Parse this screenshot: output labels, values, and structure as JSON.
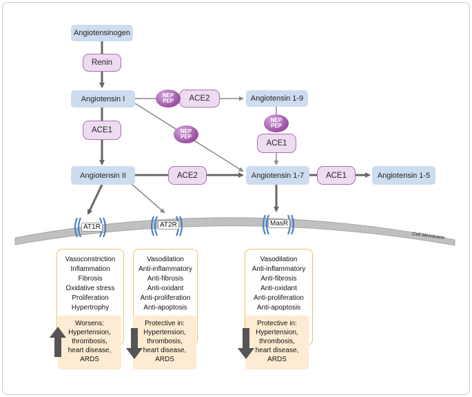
{
  "molecules": {
    "angiotensinogen": "Angiotensinogen",
    "ang1": "Angiotensin I",
    "ang2": "Angiotensin II",
    "ang19": "Angiotensin 1-9",
    "ang17": "Angiotensin 1-7",
    "ang15": "Angiotensin 1-5"
  },
  "enzymes": {
    "renin": "Renin",
    "ace1_a": "ACE1",
    "ace2_a": "ACE2",
    "ace2_b": "ACE2",
    "ace1_b": "ACE1",
    "ace1_c": "ACE1"
  },
  "peptidase": {
    "line1": "NEP",
    "line2": "PEP"
  },
  "receptors": {
    "at1r": "AT1R",
    "at2r": "AT2R",
    "masr": "MasR"
  },
  "membrane_label": "Cell Membrane",
  "effects": {
    "at1r": [
      "Vasoconstriction",
      "Inflammation",
      "Fibrosis",
      "Oxidative stress",
      "Proliferation",
      "Hypertrophy"
    ],
    "at2r": [
      "Vasodilation",
      "Anti-inflammatory",
      "Anti-fibrosis",
      "Anti-oxidant",
      "Anti-proliferation",
      "Anti-apoptosis"
    ],
    "masr": [
      "Vasodilation",
      "Anti-inflammatory",
      "Anti-fibrosis",
      "Anti-oxidant",
      "Anti-proliferation",
      "Anti-apoptosis"
    ]
  },
  "outcomes": {
    "at1r": [
      "Worsens:",
      "Hypertension,",
      "thrombosis,",
      "heart disease,",
      "ARDS"
    ],
    "at2r": [
      "Protective in:",
      "Hypertension,",
      "thrombosis,",
      "heart disease,",
      "ARDS"
    ],
    "masr": [
      "Protective in:",
      "Hypertension,",
      "thrombosis,",
      "heart disease,",
      "ARDS"
    ]
  },
  "trend_arrows": {
    "at1r": "up",
    "at2r": "down",
    "masr": "down"
  },
  "colors": {
    "molecule_fill": "#cddcee",
    "enzyme_fill": "#eddcf0",
    "enzyme_border": "#a86cb0",
    "effect_border": "#f0c060",
    "outcome_fill": "#fdebd3",
    "arrow": "#666666",
    "receptor": "#4a7fc1"
  }
}
